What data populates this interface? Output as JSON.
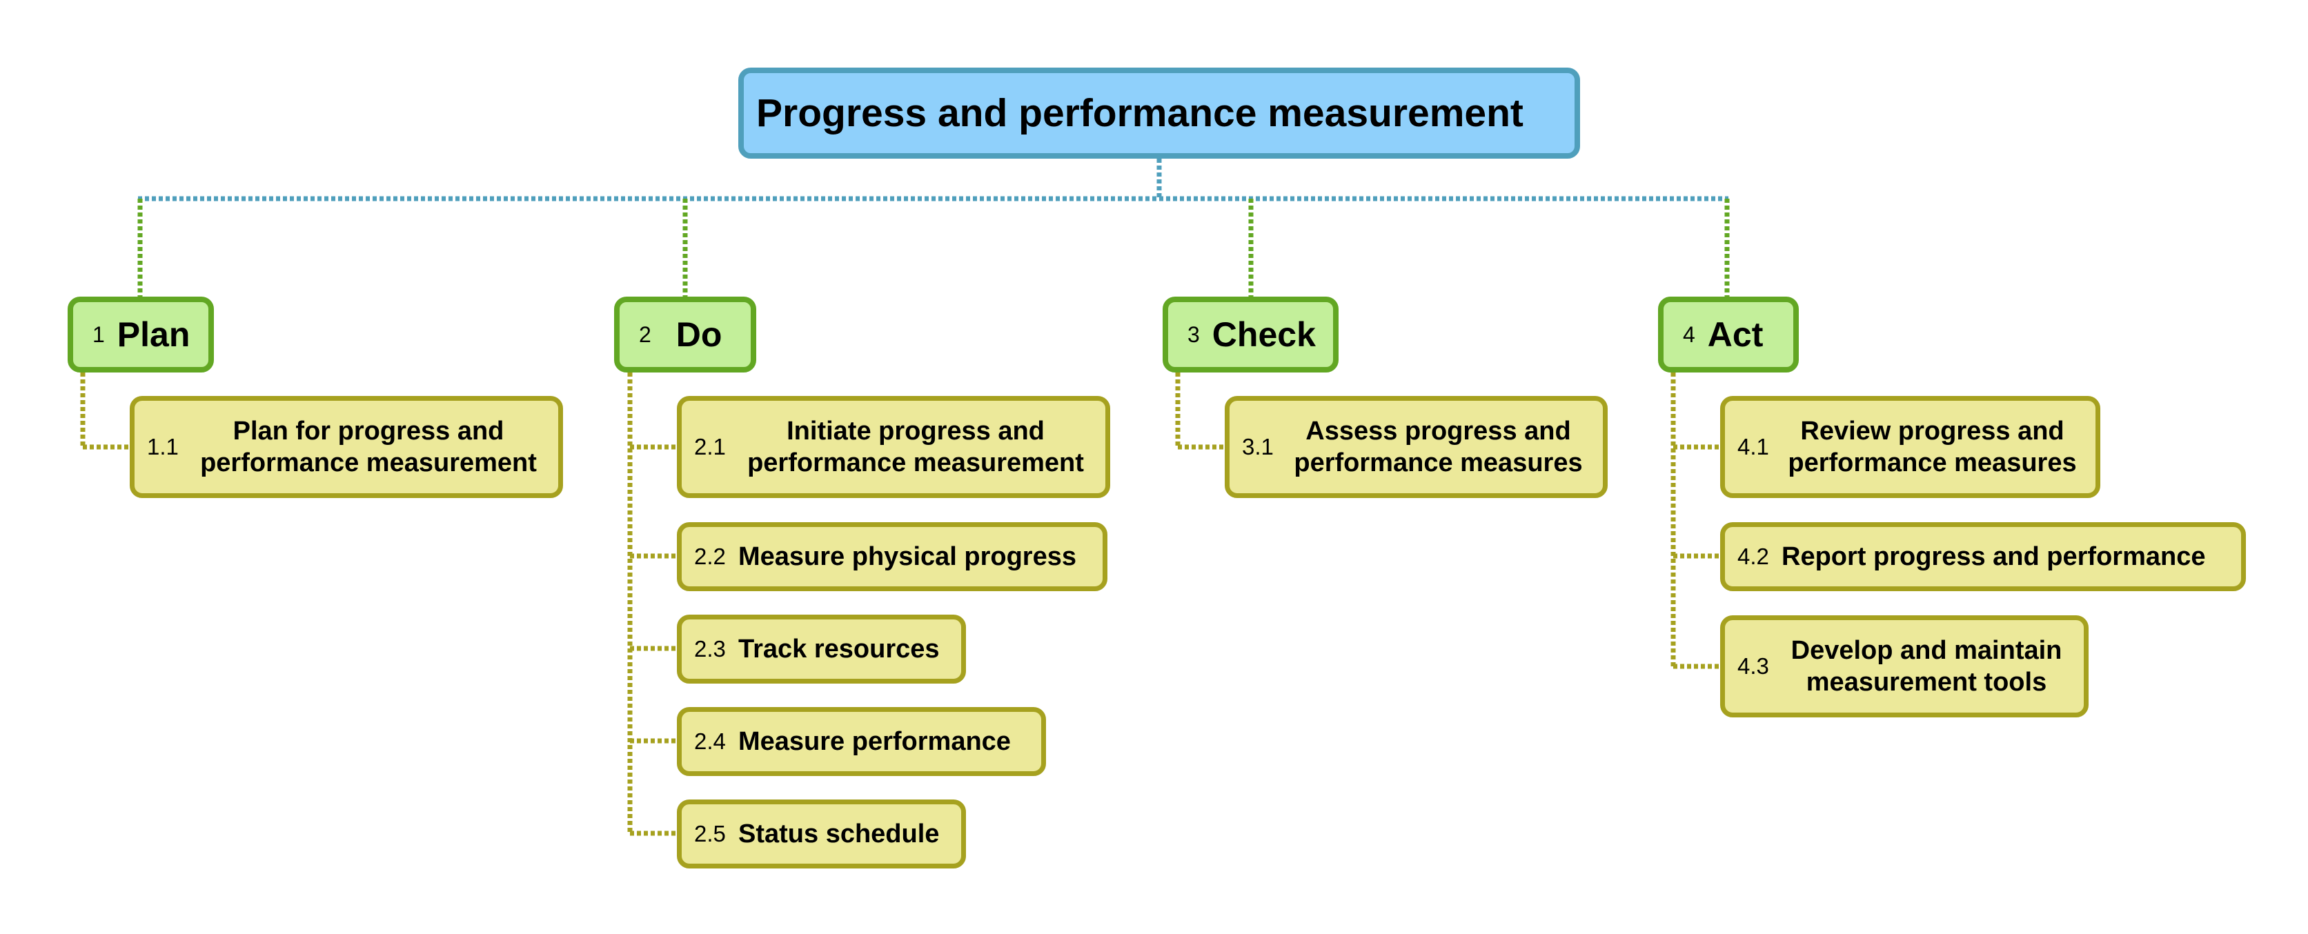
{
  "root": {
    "label": "Progress and performance measurement"
  },
  "phases": [
    {
      "num": "1",
      "label": "Plan",
      "tasks": [
        {
          "num": "1.1",
          "label": "Plan for progress and performance measurement"
        }
      ]
    },
    {
      "num": "2",
      "label": "Do",
      "tasks": [
        {
          "num": "2.1",
          "label": "Initiate progress and performance measurement"
        },
        {
          "num": "2.2",
          "label": "Measure physical progress"
        },
        {
          "num": "2.3",
          "label": "Track resources"
        },
        {
          "num": "2.4",
          "label": "Measure performance"
        },
        {
          "num": "2.5",
          "label": "Status schedule"
        }
      ]
    },
    {
      "num": "3",
      "label": "Check",
      "tasks": [
        {
          "num": "3.1",
          "label": "Assess progress and performance measures"
        }
      ]
    },
    {
      "num": "4",
      "label": "Act",
      "tasks": [
        {
          "num": "4.1",
          "label": "Review progress and performance measures"
        },
        {
          "num": "4.2",
          "label": "Report progress and performance"
        },
        {
          "num": "4.3",
          "label": "Develop and maintain measurement tools"
        }
      ]
    }
  ],
  "colors": {
    "root_fill": "#8fd0fb",
    "root_border": "#4f9fbc",
    "phase_fill": "#c3ef9a",
    "phase_border": "#62a723",
    "task_fill": "#ece99a",
    "task_border": "#a6a11f"
  }
}
